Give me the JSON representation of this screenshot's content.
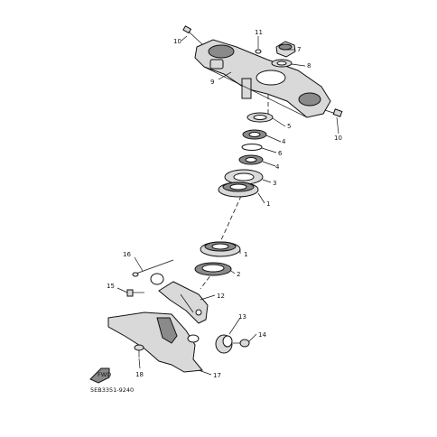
{
  "diagram": {
    "callouts": [
      {
        "id": "c10a",
        "text": "10"
      },
      {
        "id": "c11",
        "text": "11"
      },
      {
        "id": "c7",
        "text": "7"
      },
      {
        "id": "c8",
        "text": "8"
      },
      {
        "id": "c9",
        "text": "9"
      },
      {
        "id": "c5",
        "text": "5"
      },
      {
        "id": "c10b",
        "text": "10"
      },
      {
        "id": "c4a",
        "text": "4"
      },
      {
        "id": "c6",
        "text": "6"
      },
      {
        "id": "c4b",
        "text": "4"
      },
      {
        "id": "c3",
        "text": "3"
      },
      {
        "id": "c1a",
        "text": "1"
      },
      {
        "id": "c16",
        "text": "16"
      },
      {
        "id": "c1b",
        "text": "1"
      },
      {
        "id": "c2",
        "text": "2"
      },
      {
        "id": "c15",
        "text": "15"
      },
      {
        "id": "c12",
        "text": "12"
      },
      {
        "id": "c13",
        "text": "13"
      },
      {
        "id": "c14",
        "text": "14"
      },
      {
        "id": "c18",
        "text": "18"
      },
      {
        "id": "c17",
        "text": "17"
      }
    ],
    "diagram_code": "5EB3351-9240",
    "front_badge": "FWD"
  }
}
